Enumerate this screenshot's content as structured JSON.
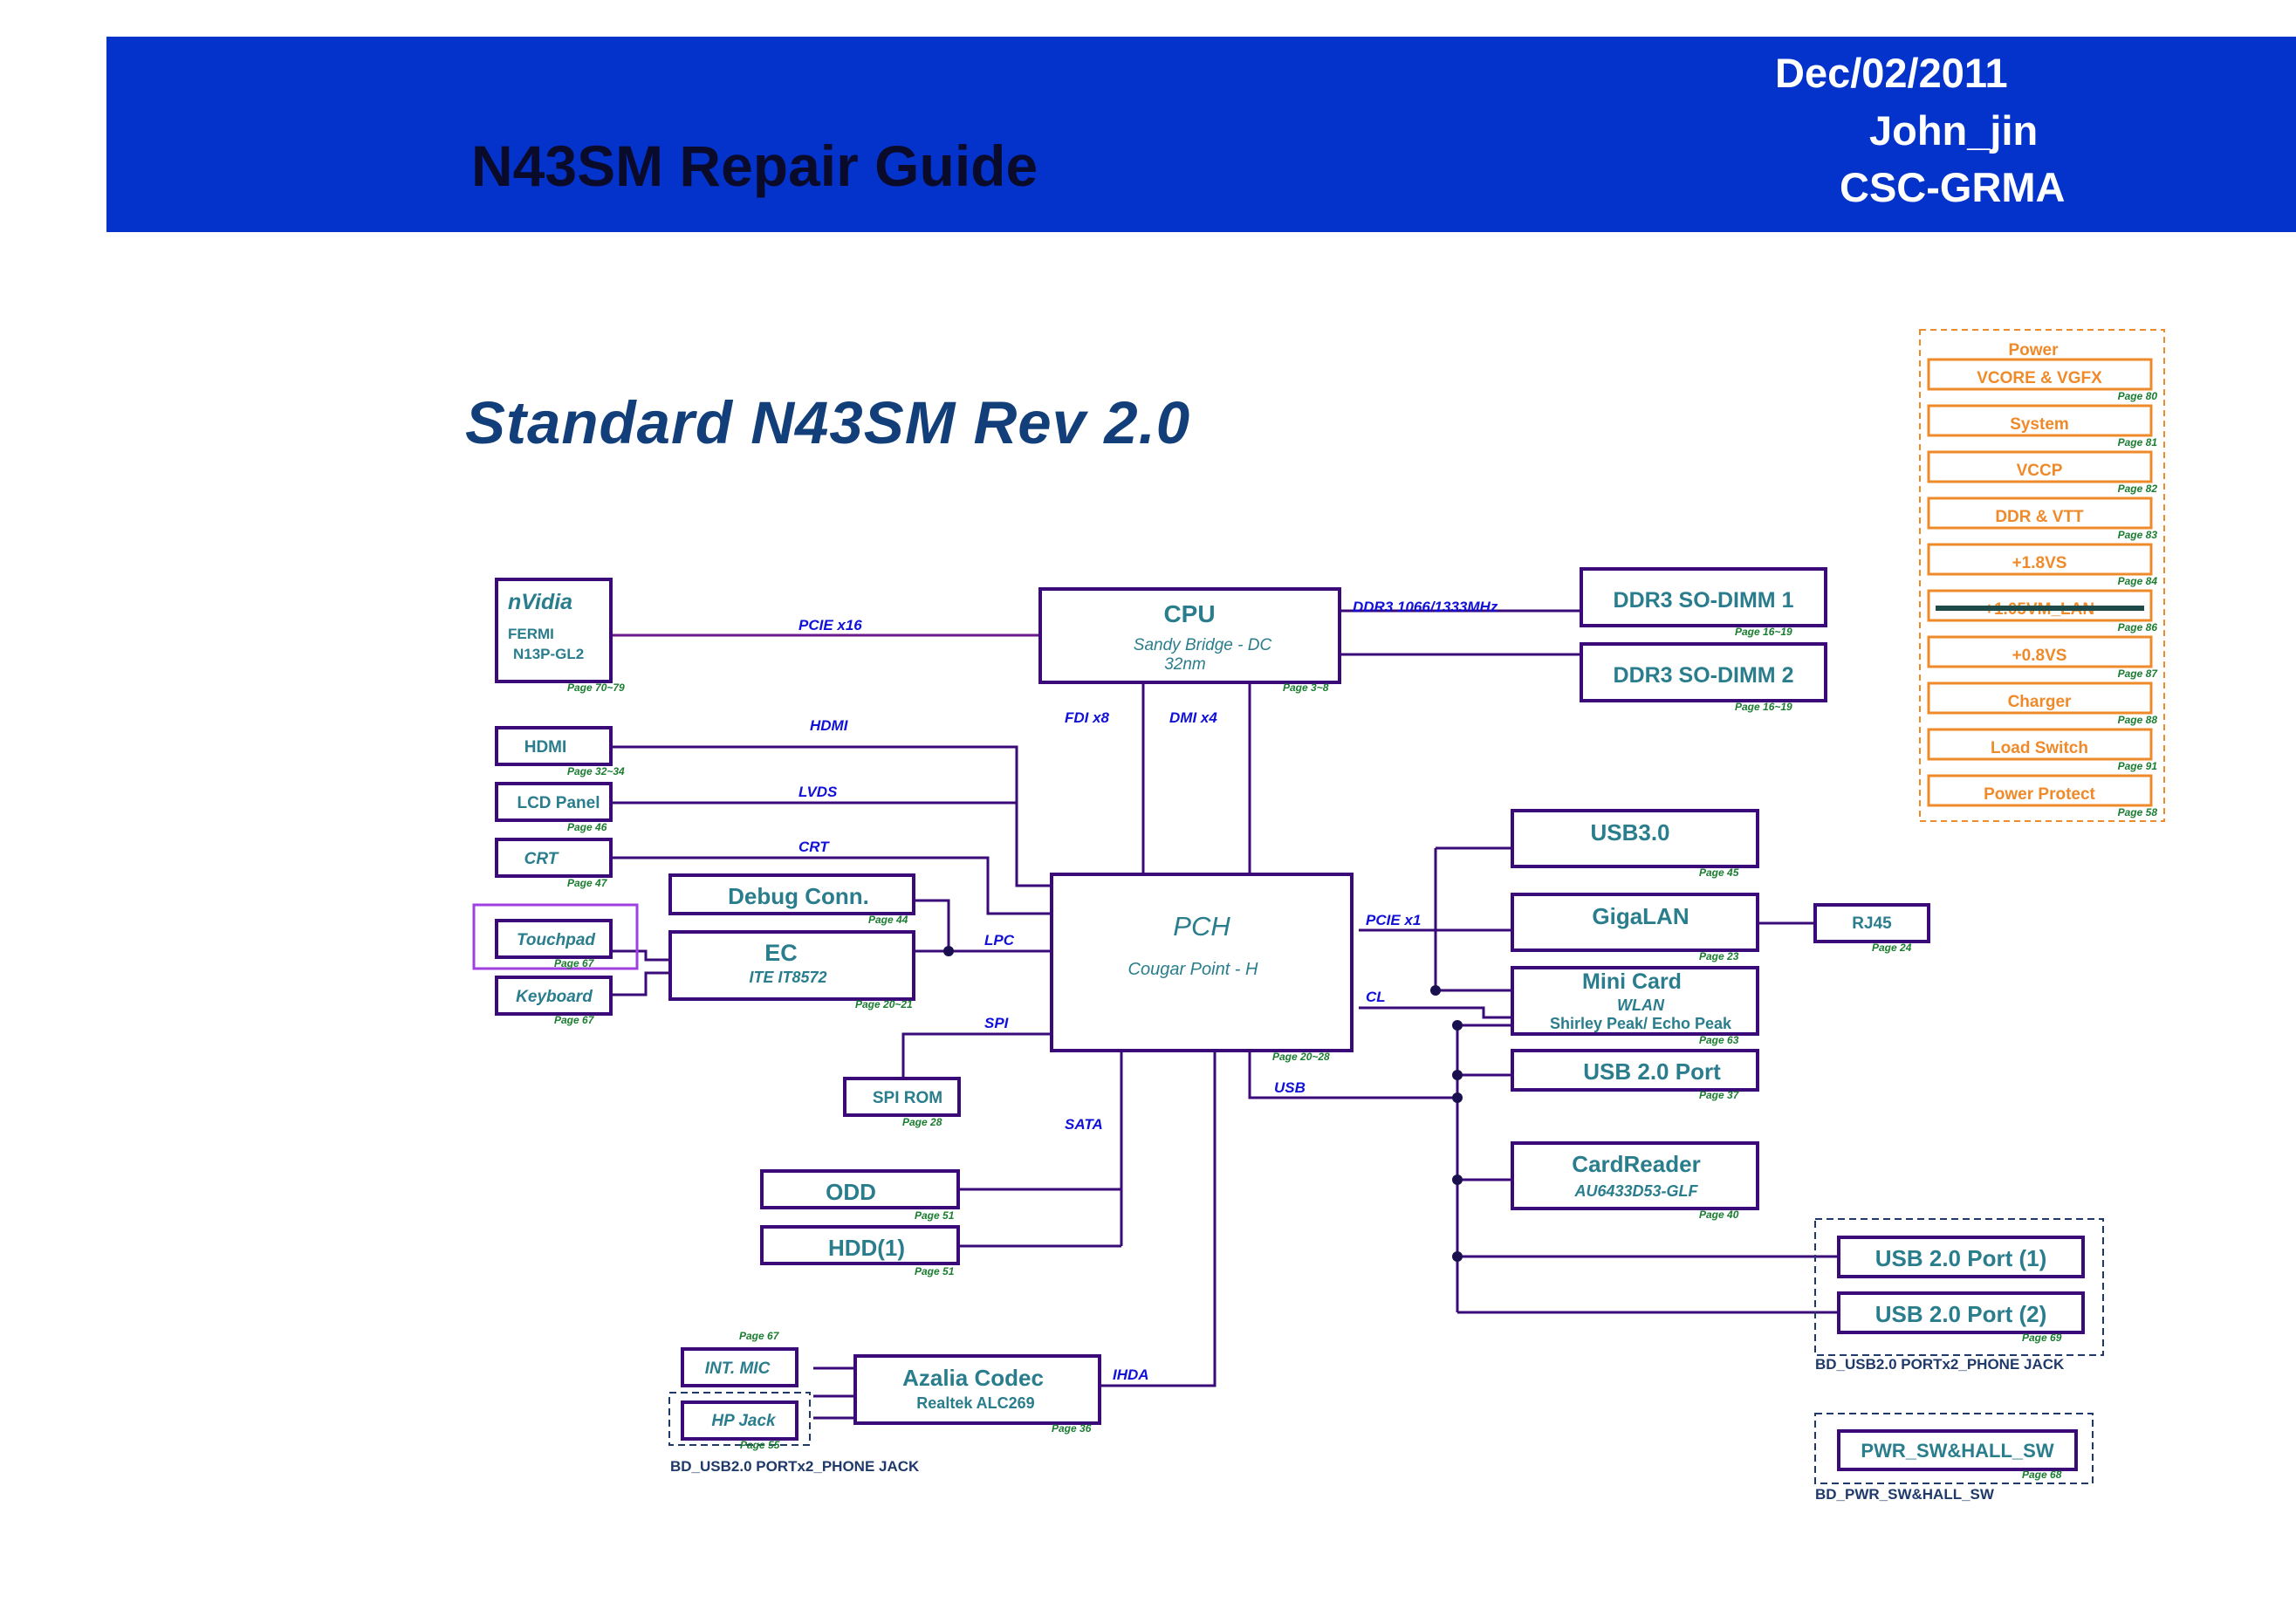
{
  "header": {
    "title": "N43SM Repair Guide",
    "date": "Dec/02/2011",
    "author": "John_jin",
    "dept": "CSC-GRMA"
  },
  "subtitle": "Standard N43SM Rev 2.0",
  "blocks": {
    "nvidia": {
      "title": "nVidia",
      "line1": "FERMI",
      "line2": "N13P-GL2",
      "page": "Page 70~79"
    },
    "cpu": {
      "title": "CPU",
      "line1": "Sandy Bridge - DC",
      "line2": "32nm",
      "page": "Page 3~8"
    },
    "dimm1": {
      "title": "DDR3 SO-DIMM 1",
      "page": "Page 16~19"
    },
    "dimm2": {
      "title": "DDR3 SO-DIMM 2",
      "page": "Page 16~19"
    },
    "hdmi": {
      "title": "HDMI",
      "page": "Page 32~34"
    },
    "lcd": {
      "title": "LCD Panel",
      "page": "Page 46"
    },
    "crt": {
      "title": "CRT",
      "page": "Page 47"
    },
    "debug": {
      "title": "Debug Conn.",
      "page": "Page 44"
    },
    "touchpad": {
      "title": "Touchpad",
      "page": "Page 67"
    },
    "ec": {
      "title": "EC",
      "line1": "ITE IT8572",
      "page": "Page 20~21"
    },
    "keyboard": {
      "title": "Keyboard",
      "page": "Page 67"
    },
    "pch": {
      "title": "PCH",
      "line1": "Cougar Point - H",
      "page": "Page 20~28"
    },
    "spirom": {
      "title": "SPI ROM",
      "page": "Page 28"
    },
    "odd": {
      "title": "ODD",
      "page": "Page 51"
    },
    "hdd": {
      "title": "HDD(1)",
      "page": "Page 51"
    },
    "intmic": {
      "title": "INT. MIC",
      "page": "Page 67"
    },
    "hpjack": {
      "title": "HP Jack",
      "page": "Page 55"
    },
    "azalia": {
      "title": "Azalia Codec",
      "line1": "Realtek ALC269",
      "page": "Page 36"
    },
    "usb3": {
      "title": "USB3.0",
      "page": "Page 45"
    },
    "gigalan": {
      "title": "GigaLAN",
      "page": "Page 23"
    },
    "rj45": {
      "title": "RJ45",
      "page": "Page 24"
    },
    "minicard": {
      "title": "Mini Card",
      "line1": "WLAN",
      "line2": "Shirley Peak/ Echo Peak",
      "page": "Page 63"
    },
    "usb2port": {
      "title": "USB 2.0 Port",
      "page": "Page 37"
    },
    "cardreader": {
      "title": "CardReader",
      "line1": "AU6433D53-GLF",
      "page": "Page 40"
    },
    "usbport1": {
      "title": "USB 2.0 Port (1)"
    },
    "usbport2": {
      "title": "USB 2.0 Port (2)",
      "page": "Page 69"
    },
    "pwrsw": {
      "title": "PWR_SW&HALL_SW",
      "page": "Page 68"
    }
  },
  "buses": {
    "pcie16": "PCIE x16",
    "ddr3": "DDR3 1066/1333MHz",
    "hdmi": "HDMI",
    "lvds": "LVDS",
    "crt": "CRT",
    "fdi": "FDI x8",
    "dmi": "DMI x4",
    "lpc": "LPC",
    "spi": "SPI",
    "sata": "SATA",
    "ihda": "IHDA",
    "pcie1": "PCIE x1",
    "cl": "CL",
    "usb": "USB"
  },
  "groups": {
    "audio_board": "BD_USB2.0 PORTx2_PHONE JACK",
    "usb_board": "BD_USB2.0 PORTx2_PHONE JACK",
    "pwr_board": "BD_PWR_SW&HALL_SW"
  },
  "power": {
    "title": "Power",
    "items": [
      {
        "label": "VCORE & VGFX",
        "page": "Page 80"
      },
      {
        "label": "System",
        "page": "Page 81"
      },
      {
        "label": "VCCP",
        "page": "Page 82"
      },
      {
        "label": "DDR & VTT",
        "page": "Page 83"
      },
      {
        "label": "+1.8VS",
        "page": "Page 84"
      },
      {
        "label": "+1.05VM_LAN",
        "page": "Page 86"
      },
      {
        "label": "+0.8VS",
        "page": "Page 87"
      },
      {
        "label": "Charger",
        "page": "Page 88"
      },
      {
        "label": "Load Switch",
        "page": "Page 91"
      },
      {
        "label": "Power Protect",
        "page": "Page 58"
      }
    ]
  },
  "colors": {
    "banner": "#0433cc",
    "box_stroke": "#3a0a78",
    "box_text": "#2a7d8c",
    "bus_label": "#1010d8",
    "page_ref": "#1a7d30",
    "power": "#ef8a2a",
    "touchpad_highlight": "#a040e0"
  }
}
